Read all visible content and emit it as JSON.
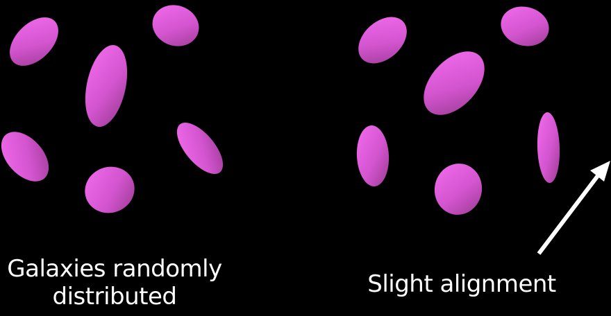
{
  "panels": [
    {
      "caption": "Galaxies randomly distributed",
      "caption_lines": [
        "Galaxies randomly",
        "distributed"
      ],
      "galaxy_count": 6
    },
    {
      "caption": "Slight alignment",
      "galaxy_count": 6,
      "arrow": "arrow pointing up-right"
    }
  ],
  "colors": {
    "background": "#000000",
    "galaxy_light": "#f26cee",
    "galaxy_dark": "#a03a96",
    "text": "#ffffff",
    "arrow": "#ffffff"
  }
}
